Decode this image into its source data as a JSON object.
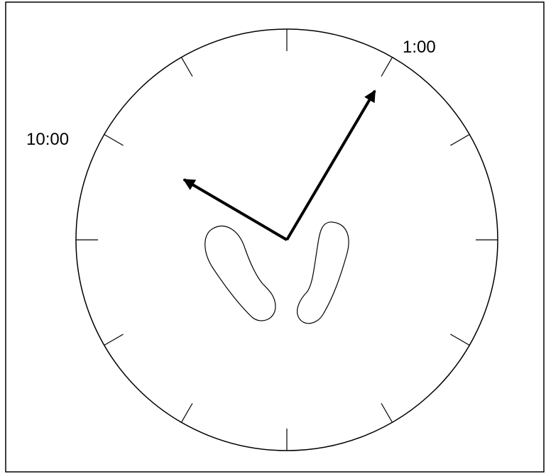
{
  "labels": {
    "one_oclock": "1:00",
    "ten_oclock": "10:00"
  },
  "directions": {
    "long_arrow_points_to_hour": 1,
    "short_arrow_points_to_hour": 10
  },
  "tick_count": 12,
  "colors": {
    "line": "#000000",
    "background": "#ffffff"
  }
}
